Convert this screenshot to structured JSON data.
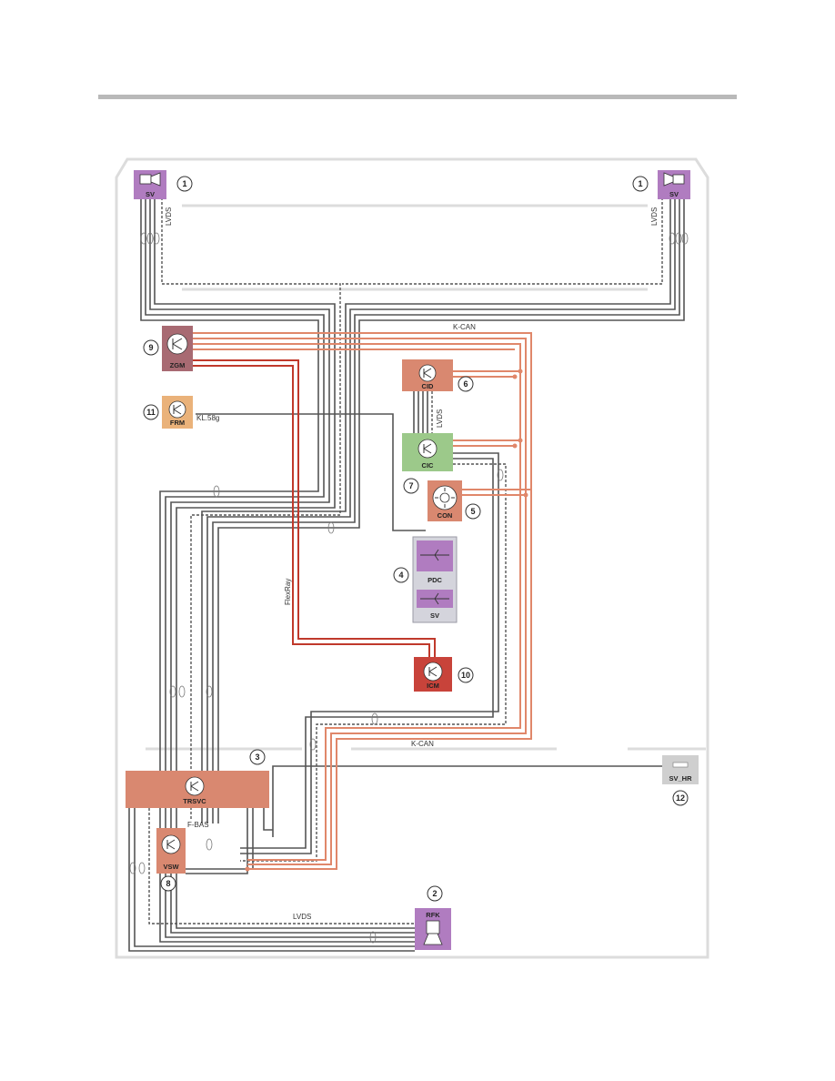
{
  "modules": {
    "sv_left": "SV",
    "sv_right": "SV",
    "zgm": "ZGM",
    "frm": "FRM",
    "cid": "CID",
    "cic": "CIC",
    "con": "CON",
    "pdc": "PDC",
    "pdc_sv": "SV",
    "icm": "ICM",
    "trsvc": "TRSVC",
    "vsw": "VSW",
    "rfk": "RFK",
    "sv_hr": "SV_HR"
  },
  "numbers": {
    "sv_left": "1",
    "sv_right": "1",
    "rfk": "2",
    "trsvc": "3",
    "pdc": "4",
    "con": "5",
    "cid": "6",
    "cic": "7",
    "vsw": "8",
    "zgm": "9",
    "icm": "10",
    "frm": "11",
    "sv_hr": "12"
  },
  "labels": {
    "lvds_left": "LVDS",
    "lvds_right": "LVDS",
    "lvds_cid": "LVDS",
    "lvds_bottom": "LVDS",
    "kcan_top": "K-CAN",
    "kcan_bottom": "K-CAN",
    "kl58g": "KL.58g",
    "flexray": "FlexRay",
    "fbas": "F-BAS"
  },
  "colors": {
    "camera": "#b07cc0",
    "zgm": "#a86a72",
    "frm": "#eab27a",
    "cid": "#d98870",
    "cic": "#9cc98a",
    "con": "#d98870",
    "pdc": "#d4d4dc",
    "icm": "#c8433a",
    "trsvc": "#d98870",
    "vsw": "#d98870",
    "svhr": "#cfcfcf",
    "kcan": "#e0876a",
    "flexray": "#c0392b",
    "wire": "#555555"
  }
}
